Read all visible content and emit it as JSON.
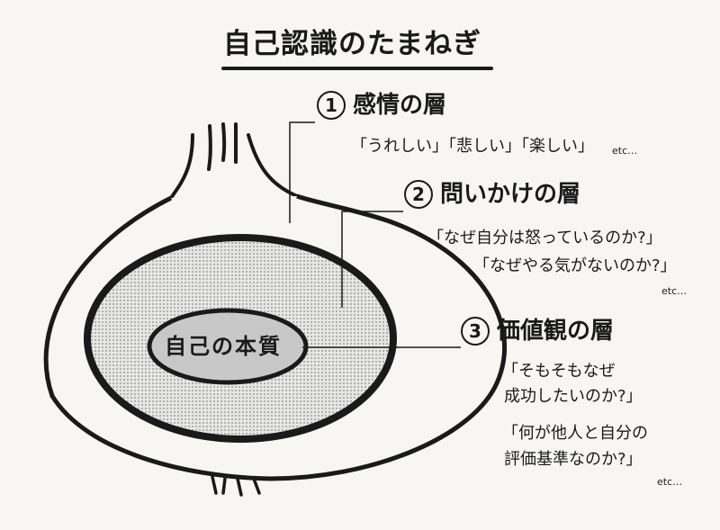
{
  "title": "自己認識のたまねぎ",
  "core": {
    "label": "自己の本質"
  },
  "layers": [
    {
      "number": "1",
      "name": "感情の層",
      "examples": [
        "「うれしい」「悲しい」「楽しい」"
      ],
      "etc": "etc…"
    },
    {
      "number": "2",
      "name": "問いかけの層",
      "examples": [
        "「なぜ自分は怒っているのか?」",
        "「なぜやる気がないのか?」"
      ],
      "etc": "etc…"
    },
    {
      "number": "3",
      "name": "価値観の層",
      "examples": [
        "「そもそもなぜ",
        "成功したいのか?」",
        "「何が他人と自分の",
        "評価基準なのか?」"
      ],
      "etc": "etc…"
    }
  ],
  "colors": {
    "ink": "#1a1a1a",
    "paper": "#f7f6f3",
    "inner_fill": "#dcdcdc",
    "core_fill": "#c8c8c8"
  }
}
